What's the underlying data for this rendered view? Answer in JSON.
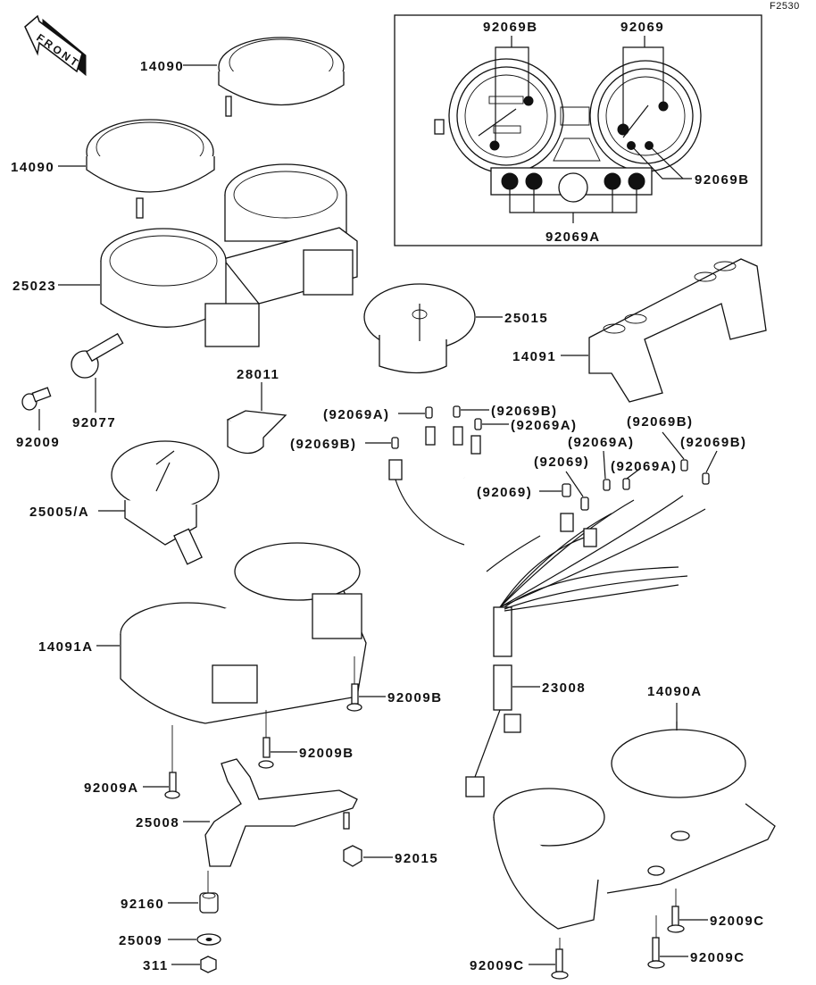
{
  "diagram": {
    "figure_id": "F2530",
    "orientation_marker": "FRONT",
    "inset": {
      "labels": [
        {
          "id": "inset-92069B-top",
          "text": "92069B"
        },
        {
          "id": "inset-92069-top",
          "text": "92069"
        },
        {
          "id": "inset-92069B-right",
          "text": "92069B"
        },
        {
          "id": "inset-92069A-bottom",
          "text": "92069A"
        }
      ]
    },
    "parts": [
      {
        "id": "p-14090-upper",
        "text": "14090"
      },
      {
        "id": "p-14090-lower",
        "text": "14090"
      },
      {
        "id": "p-25023",
        "text": "25023"
      },
      {
        "id": "p-25015",
        "text": "25015"
      },
      {
        "id": "p-14091",
        "text": "14091"
      },
      {
        "id": "p-92009",
        "text": "92009"
      },
      {
        "id": "p-92077",
        "text": "92077"
      },
      {
        "id": "p-28011",
        "text": "28011"
      },
      {
        "id": "p-25005A",
        "text": "25005/A"
      },
      {
        "id": "p-14091A",
        "text": "14091A"
      },
      {
        "id": "p-92009B-1",
        "text": "92009B"
      },
      {
        "id": "p-92009B-2",
        "text": "92009B"
      },
      {
        "id": "p-92009A",
        "text": "92009A"
      },
      {
        "id": "p-25008",
        "text": "25008"
      },
      {
        "id": "p-92015",
        "text": "92015"
      },
      {
        "id": "p-92160",
        "text": "92160"
      },
      {
        "id": "p-25009",
        "text": "25009"
      },
      {
        "id": "p-311",
        "text": "311"
      },
      {
        "id": "p-23008",
        "text": "23008"
      },
      {
        "id": "p-14090A",
        "text": "14090A"
      },
      {
        "id": "p-92009C-1",
        "text": "92009C"
      },
      {
        "id": "p-92009C-2",
        "text": "92009C"
      },
      {
        "id": "p-92009C-3",
        "text": "92009C"
      }
    ],
    "bulb_labels": [
      {
        "id": "b1",
        "text": "(92069A)"
      },
      {
        "id": "b2",
        "text": "(92069B)"
      },
      {
        "id": "b3",
        "text": "(92069A)"
      },
      {
        "id": "b4",
        "text": "(92069B)"
      },
      {
        "id": "b5",
        "text": "(92069B)"
      },
      {
        "id": "b6",
        "text": "(92069A)"
      },
      {
        "id": "b7",
        "text": "(92069B)"
      },
      {
        "id": "b8",
        "text": "(92069)"
      },
      {
        "id": "b9",
        "text": "(92069A)"
      },
      {
        "id": "b10",
        "text": "(92069)"
      }
    ]
  }
}
